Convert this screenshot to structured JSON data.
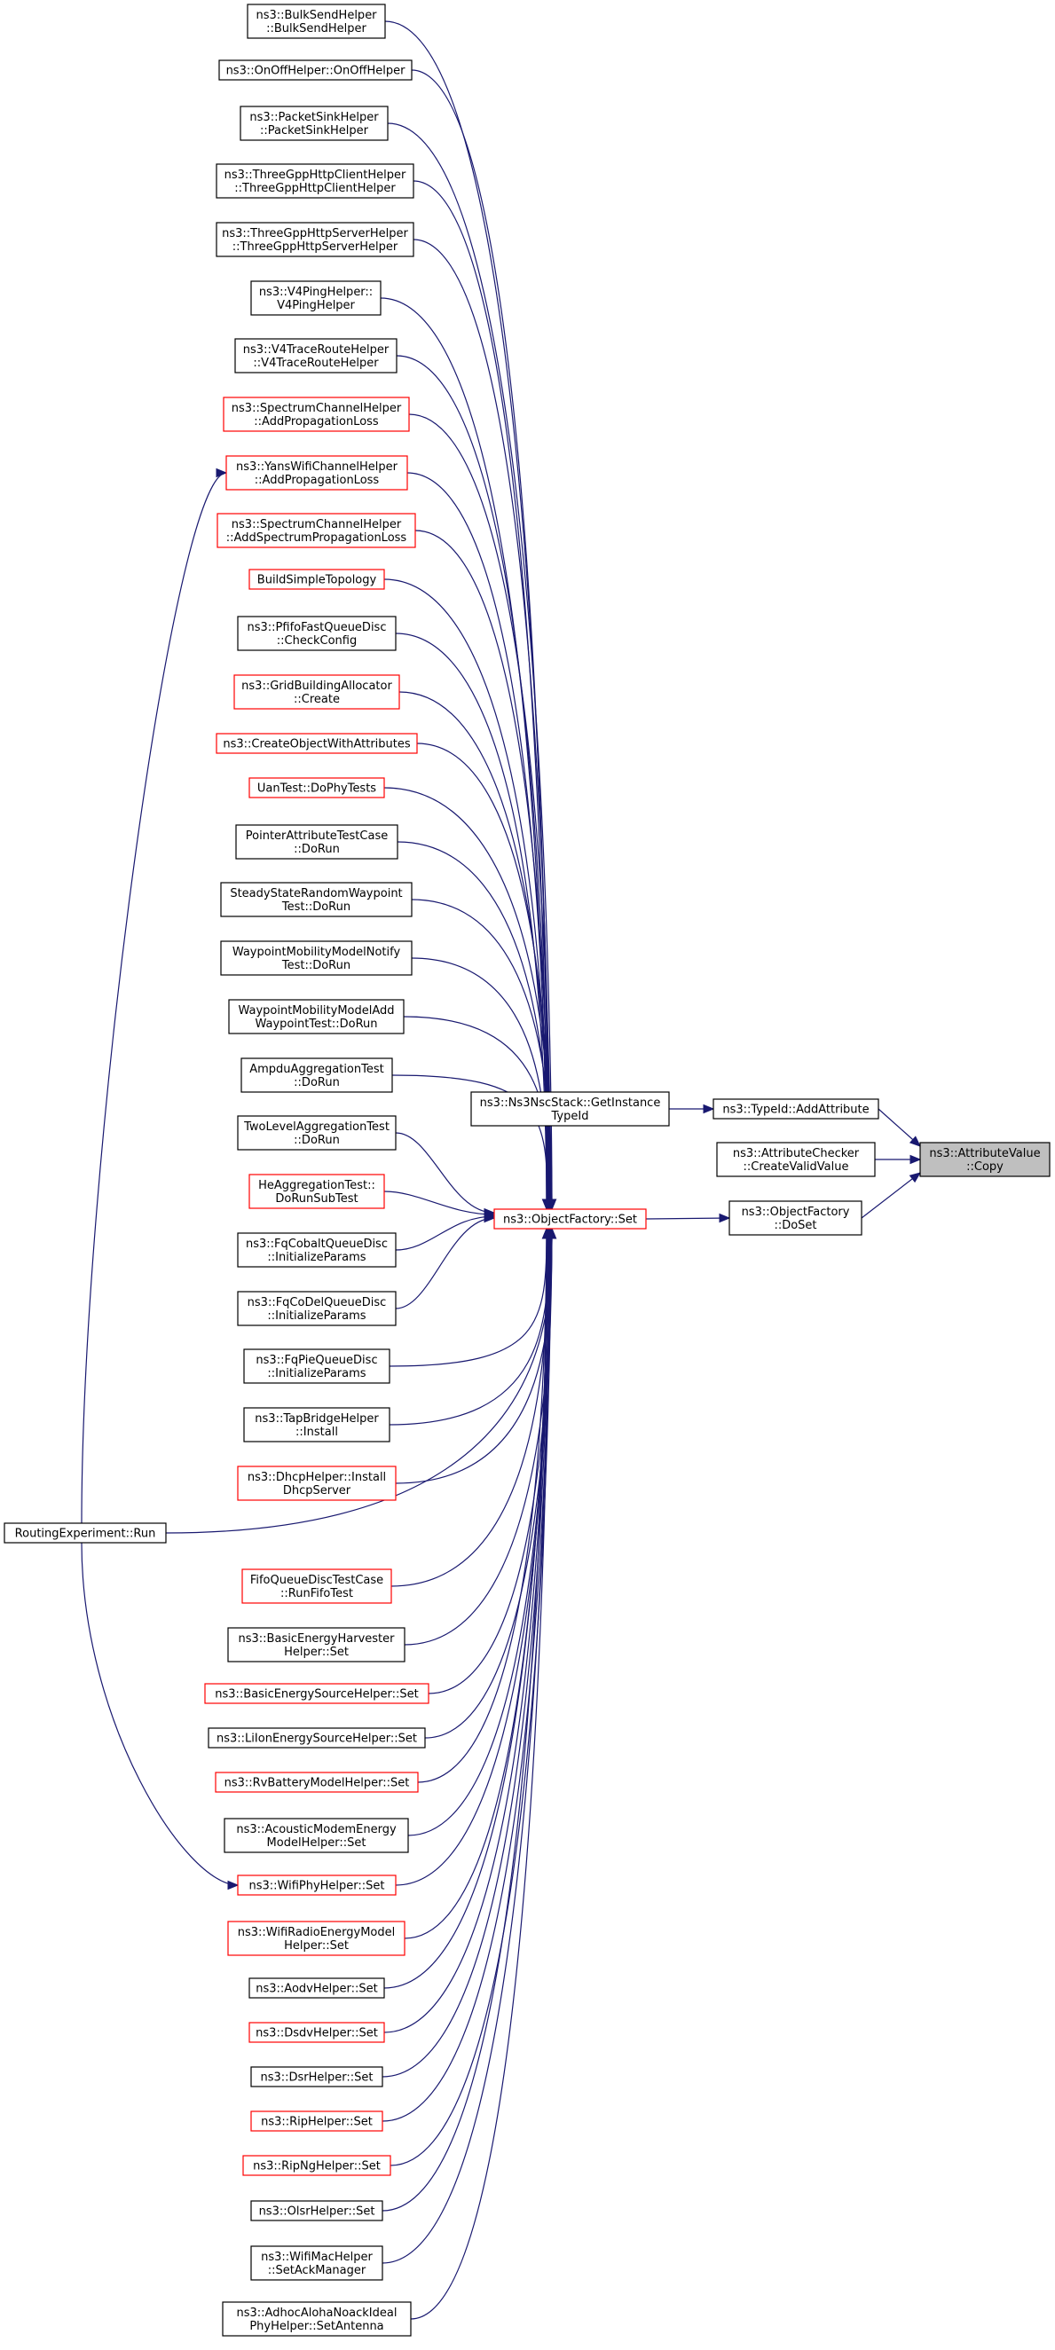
{
  "colors": {
    "edge": "#191970",
    "border_default": "#000000",
    "border_truncated": "#ff0000",
    "current_fill": "#bfbfbf",
    "background": "#ffffff"
  },
  "nodes": [
    {
      "id": "bulksend",
      "lines": [
        "ns3::BulkSendHelper",
        "::BulkSendHelper"
      ],
      "border": "black"
    },
    {
      "id": "onoff",
      "lines": [
        "ns3::OnOffHelper::OnOffHelper"
      ],
      "border": "black"
    },
    {
      "id": "packetsink",
      "lines": [
        "ns3::PacketSinkHelper",
        "::PacketSinkHelper"
      ],
      "border": "black"
    },
    {
      "id": "tgpp-client",
      "lines": [
        "ns3::ThreeGppHttpClientHelper",
        "::ThreeGppHttpClientHelper"
      ],
      "border": "black"
    },
    {
      "id": "tgpp-server",
      "lines": [
        "ns3::ThreeGppHttpServerHelper",
        "::ThreeGppHttpServerHelper"
      ],
      "border": "black"
    },
    {
      "id": "v4ping",
      "lines": [
        "ns3::V4PingHelper::",
        "V4PingHelper"
      ],
      "border": "black"
    },
    {
      "id": "v4traceroute",
      "lines": [
        "ns3::V4TraceRouteHelper",
        "::V4TraceRouteHelper"
      ],
      "border": "black"
    },
    {
      "id": "spectrum-addprop",
      "lines": [
        "ns3::SpectrumChannelHelper",
        "::AddPropagationLoss"
      ],
      "border": "red"
    },
    {
      "id": "yans-addprop",
      "lines": [
        "ns3::YansWifiChannelHelper",
        "::AddPropagationLoss"
      ],
      "border": "red"
    },
    {
      "id": "spectrum-addspec",
      "lines": [
        "ns3::SpectrumChannelHelper",
        "::AddSpectrumPropagationLoss"
      ],
      "border": "red"
    },
    {
      "id": "buildsimple",
      "lines": [
        "BuildSimpleTopology"
      ],
      "border": "red"
    },
    {
      "id": "pfifo",
      "lines": [
        "ns3::PfifoFastQueueDisc",
        "::CheckConfig"
      ],
      "border": "black"
    },
    {
      "id": "gridbuilding",
      "lines": [
        "ns3::GridBuildingAllocator",
        "::Create"
      ],
      "border": "red"
    },
    {
      "id": "createobj",
      "lines": [
        "ns3::CreateObjectWithAttributes"
      ],
      "border": "red"
    },
    {
      "id": "uantest",
      "lines": [
        "UanTest::DoPhyTests"
      ],
      "border": "red"
    },
    {
      "id": "pointerattr",
      "lines": [
        "PointerAttributeTestCase",
        "::DoRun"
      ],
      "border": "black"
    },
    {
      "id": "steadystate",
      "lines": [
        "SteadyStateRandomWaypoint",
        "Test::DoRun"
      ],
      "border": "black"
    },
    {
      "id": "waypoint-notify",
      "lines": [
        "WaypointMobilityModelNotify",
        "Test::DoRun"
      ],
      "border": "black"
    },
    {
      "id": "waypoint-add",
      "lines": [
        "WaypointMobilityModelAdd",
        "WaypointTest::DoRun"
      ],
      "border": "black"
    },
    {
      "id": "ampdu",
      "lines": [
        "AmpduAggregationTest",
        "::DoRun"
      ],
      "border": "black"
    },
    {
      "id": "twolevel",
      "lines": [
        "TwoLevelAggregationTest",
        "::DoRun"
      ],
      "border": "black"
    },
    {
      "id": "heagg",
      "lines": [
        "HeAggregationTest::",
        "DoRunSubTest"
      ],
      "border": "red"
    },
    {
      "id": "fqcobalt",
      "lines": [
        "ns3::FqCobaltQueueDisc",
        "::InitializeParams"
      ],
      "border": "black"
    },
    {
      "id": "fqcodel",
      "lines": [
        "ns3::FqCoDelQueueDisc",
        "::InitializeParams"
      ],
      "border": "black"
    },
    {
      "id": "fqpie",
      "lines": [
        "ns3::FqPieQueueDisc",
        "::InitializeParams"
      ],
      "border": "black"
    },
    {
      "id": "tapbridge",
      "lines": [
        "ns3::TapBridgeHelper",
        "::Install"
      ],
      "border": "black"
    },
    {
      "id": "dhcp",
      "lines": [
        "ns3::DhcpHelper::Install",
        "DhcpServer"
      ],
      "border": "red"
    },
    {
      "id": "routing",
      "lines": [
        "RoutingExperiment::Run"
      ],
      "border": "black"
    },
    {
      "id": "fifotest",
      "lines": [
        "FifoQueueDiscTestCase",
        "::RunFifoTest"
      ],
      "border": "red"
    },
    {
      "id": "basicharvester",
      "lines": [
        "ns3::BasicEnergyHarvester",
        "Helper::Set"
      ],
      "border": "black"
    },
    {
      "id": "basicsource",
      "lines": [
        "ns3::BasicEnergySourceHelper::Set"
      ],
      "border": "red"
    },
    {
      "id": "liion",
      "lines": [
        "ns3::LiIonEnergySourceHelper::Set"
      ],
      "border": "black"
    },
    {
      "id": "rvbattery",
      "lines": [
        "ns3::RvBatteryModelHelper::Set"
      ],
      "border": "red"
    },
    {
      "id": "acousticmodem",
      "lines": [
        "ns3::AcousticModemEnergy",
        "ModelHelper::Set"
      ],
      "border": "black"
    },
    {
      "id": "wifiphy",
      "lines": [
        "ns3::WifiPhyHelper::Set"
      ],
      "border": "red"
    },
    {
      "id": "wifiradio",
      "lines": [
        "ns3::WifiRadioEnergyModel",
        "Helper::Set"
      ],
      "border": "red"
    },
    {
      "id": "aodv",
      "lines": [
        "ns3::AodvHelper::Set"
      ],
      "border": "black"
    },
    {
      "id": "dsdv",
      "lines": [
        "ns3::DsdvHelper::Set"
      ],
      "border": "red"
    },
    {
      "id": "dsr",
      "lines": [
        "ns3::DsrHelper::Set"
      ],
      "border": "black"
    },
    {
      "id": "rip",
      "lines": [
        "ns3::RipHelper::Set"
      ],
      "border": "red"
    },
    {
      "id": "ripng",
      "lines": [
        "ns3::RipNgHelper::Set"
      ],
      "border": "red"
    },
    {
      "id": "olsr",
      "lines": [
        "ns3::OlsrHelper::Set"
      ],
      "border": "black"
    },
    {
      "id": "wifimac",
      "lines": [
        "ns3::WifiMacHelper",
        "::SetAckManager"
      ],
      "border": "black"
    },
    {
      "id": "adhoc",
      "lines": [
        "ns3::AdhocAlohaNoackIdeal",
        "PhyHelper::SetAntenna"
      ],
      "border": "black"
    },
    {
      "id": "objfactory-set",
      "lines": [
        "ns3::ObjectFactory::Set"
      ],
      "border": "red"
    },
    {
      "id": "nsc-gettypeid",
      "lines": [
        "ns3::Ns3NscStack::GetInstance",
        "TypeId"
      ],
      "border": "black"
    },
    {
      "id": "typeid-addattr",
      "lines": [
        "ns3::TypeId::AddAttribute"
      ],
      "border": "black"
    },
    {
      "id": "checker-createvalid",
      "lines": [
        "ns3::AttributeChecker",
        "::CreateValidValue"
      ],
      "border": "black"
    },
    {
      "id": "objfactory-doset",
      "lines": [
        "ns3::ObjectFactory",
        "::DoSet"
      ],
      "border": "black"
    },
    {
      "id": "attrvalue-copy",
      "lines": [
        "ns3::AttributeValue",
        "::Copy"
      ],
      "border": "black",
      "current": true
    }
  ]
}
